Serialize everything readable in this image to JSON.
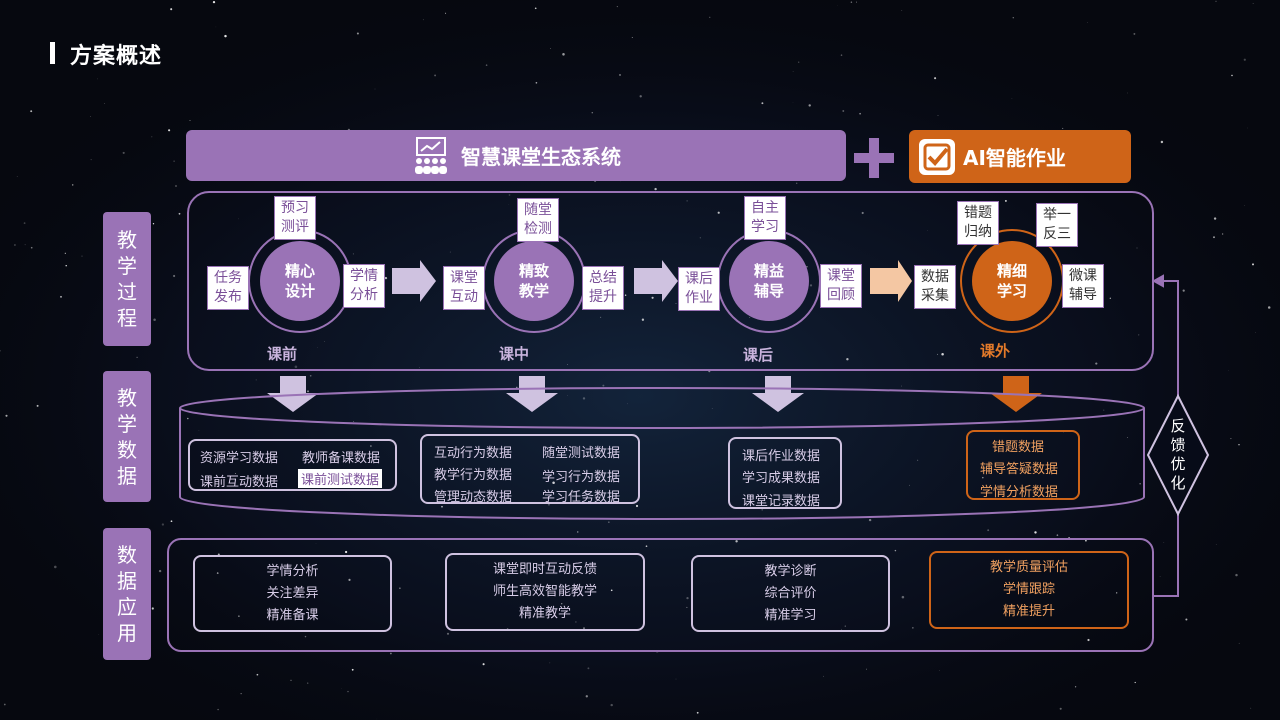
{
  "title": "方案概述",
  "banner": {
    "main": "智慧课堂生态系统",
    "ai": "AI智能作业",
    "main_icon": "presentation-audience-icon",
    "ai_icon": "checkbox-icon"
  },
  "side_labels": {
    "process": "教学过程",
    "data": "教学数据",
    "apply": "数据应用"
  },
  "stages": [
    {
      "core": "精心\n设计",
      "stage": "课前",
      "top": "预习\n测评",
      "left": "任务\n发布",
      "right": "学情\n分析"
    },
    {
      "core": "精致\n教学",
      "stage": "课中",
      "top": "随堂\n检测",
      "left": "课堂\n互动",
      "right": "总结\n提升"
    },
    {
      "core": "精益\n辅导",
      "stage": "课后",
      "top": "自主\n学习",
      "left": "课后\n作业",
      "right": "课堂\n回顾"
    },
    {
      "core": "精细\n学习",
      "stage": "课外",
      "top": "错题\n归纳",
      "top2": "举一\n反三",
      "left": "数据\n采集",
      "right": "微课\n辅导"
    }
  ],
  "data_boxes": [
    {
      "items": [
        "资源学习数据",
        "教师备课数据",
        "课前互动数据",
        "课前测试数据"
      ]
    },
    {
      "items": [
        "互动行为数据",
        "随堂测试数据",
        "教学行为数据",
        "学习行为数据",
        "管理动态数据",
        "学习任务数据"
      ]
    },
    {
      "items": [
        "课后作业数据",
        "学习成果数据",
        "课堂记录数据"
      ]
    },
    {
      "items": [
        "错题数据",
        "辅导答疑数据",
        "学情分析数据"
      ]
    }
  ],
  "apply_boxes": [
    {
      "items": [
        "学情分析",
        "关注差异",
        "精准备课"
      ]
    },
    {
      "items": [
        "课堂即时互动反馈",
        "师生高效智能教学",
        "精准教学"
      ]
    },
    {
      "items": [
        "教学诊断",
        "综合评价",
        "精准学习"
      ]
    },
    {
      "items": [
        "教学质量评估",
        "学情跟踪",
        "精准提升"
      ]
    }
  ],
  "feedback": "反馈优化",
  "colors": {
    "purple": "#9a73b6",
    "orange": "#cf6418",
    "background": "#070b18"
  }
}
